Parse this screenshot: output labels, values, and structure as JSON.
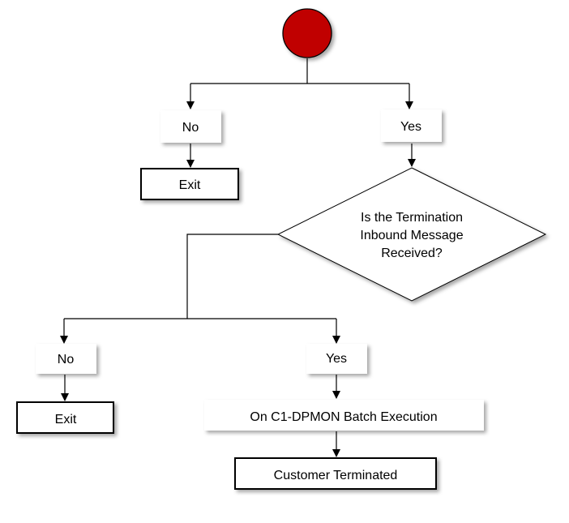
{
  "flow": {
    "first_branch": {
      "no_label": "No",
      "yes_label": "Yes",
      "exit_label": "Exit"
    },
    "decision": {
      "line1": "Is the Termination",
      "line2": "Inbound Message",
      "line3": "Received?"
    },
    "second_branch": {
      "no_label": "No",
      "yes_label": "Yes",
      "exit_label": "Exit"
    },
    "batch_step": "On C1-DPMON Batch Execution",
    "final_state": "Customer Terminated"
  },
  "colors": {
    "start_node": "#c00000",
    "line": "#000000",
    "box_fill": "#ffffff"
  }
}
